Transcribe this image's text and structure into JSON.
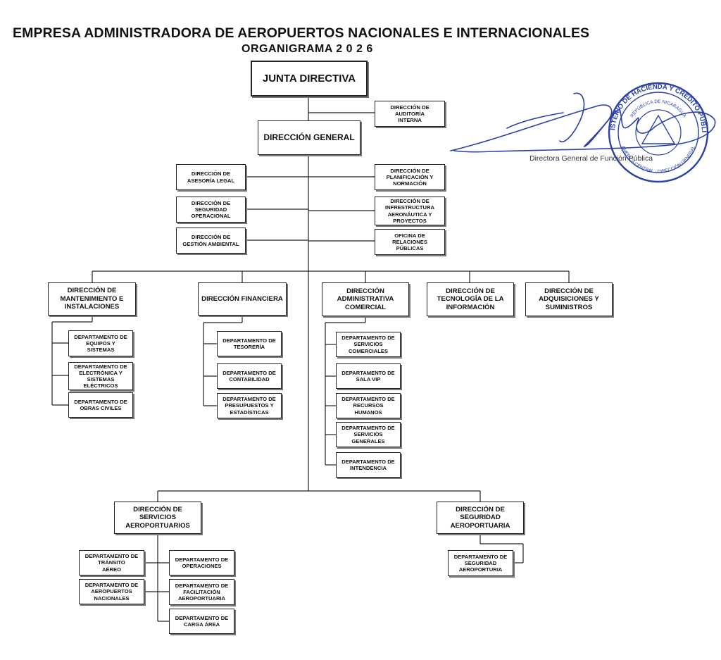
{
  "header": {
    "title": "EMPRESA ADMINISTRADORA DE AEROPUERTOS NACIONALES E INTERNACIONALES",
    "subtitle": "ORGANIGRAMA 2 0 2 6"
  },
  "nodes": {
    "junta": "JUNTA DIRECTIVA",
    "auditoria": "DIRECCIÓN DE\nAUDITORÍA\nINTERNA",
    "general": "DIRECCIÓN GENERAL",
    "asesoria": "DIRECCIÓN DE\nASESORÍA LEGAL",
    "seguridad_op": "DIRECCIÓN DE\nSEGURIDAD\nOPERACIONAL",
    "gestion_amb": "DIRECCIÓN DE\nGESTIÓN AMBIENTAL",
    "planificacion": "DIRECCIÓN DE\nPLANIFICACIÓN Y\nNORMACIÓN",
    "infraestructura": "DIRECCIÓN DE\nINFRESTRUCTURA\nAERONÁUTICA Y\nPROYECTOS",
    "relaciones": "OFICINA DE\nRELACIONES\nPÚBLICAS",
    "mantenimiento": "DIRECCIÓN DE\nMANTENIMIENTO E\nINSTALACIONES",
    "financiera": "DIRECCIÓN FINANCIERA",
    "administrativa": "DIRECCIÓN\nADMINISTRATIVA\nCOMERCIAL",
    "tecnologia": "DIRECCIÓN DE\nTECNOLOGÍA DE LA\nINFORMACIÓN",
    "adquisiciones": "DIRECCIÓN DE\nADQUISICIONES Y\nSUMINISTROS",
    "equipos": "DEPARTAMENTO DE\nEQUIPOS Y\nSISTEMAS",
    "electronica": "DEPARTAMENTO DE\nELECTRÓNICA Y\nSISTEMAS\nELÉCTRICOS",
    "obras": "DEPARTAMENTO DE\nOBRAS CIVILES",
    "tesoreria": "DEPARTAMENTO DE\nTESORERÍA",
    "contabilidad": "DEPARTAMENTO DE\nCONTABILIDAD",
    "presupuestos": "DEPARTAMENTO DE\nPRESUPUESTOS Y\nESTADÍSTICAS",
    "serv_comerciales": "DEPARTAMENTO DE\nSERVICIOS\nCOMERCIALES",
    "sala_vip": "DEPARTAMENTO DE\nSALA VIP",
    "rrhh": "DEPARTAMENTO DE\nRECURSOS\nHUMANOS",
    "serv_generales": "DEPARTAMENTO DE\nSERVICIOS\nGENERALES",
    "intendencia": "DEPARTAMENTO DE\nINTENDENCIA",
    "serv_aeroportuarios": "DIRECCIÓN DE\nSERVICIOS\nAEROPORTUARIOS",
    "seg_aeroportuaria": "DIRECCIÓN DE\nSEGURIDAD\nAEROPORTUARIA",
    "transito": "DEPARTAMENTO DE\nTRÁNSITO\nAÉREO",
    "aeropuertos_nac": "DEPARTAMENTO DE\nAEROPUERTOS\nNACIONALES",
    "operaciones": "DEPARTAMENTO DE\nOPERACIONES",
    "facilitacion": "DEPARTAMENTO DE\nFACILITACIÓN\nAEROPORTUARIA",
    "carga": "DEPARTAMENTO DE\nCARGA ÁREA",
    "dep_seg_aero": "DEPARTAMENTO DE\nSEGURIDAD\nAEROPORTURIA"
  },
  "signature": {
    "caption": "Directora General de Función Pública",
    "seal_top": "MINISTERIO DE HACIENDA Y CRÉDITO PÚBLICO",
    "seal_inner": "REPÚBLICA DE NICARAGUA",
    "seal_bottom": "AMÉRICA CENTRAL · DIRECCIÓN GENERAL",
    "seal_color": "#2a3fa8"
  }
}
